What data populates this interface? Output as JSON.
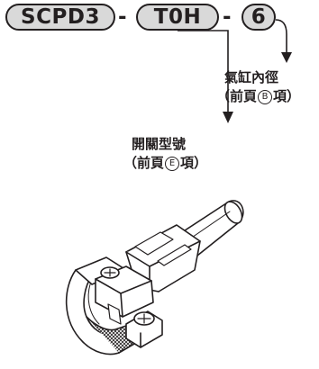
{
  "model_code": {
    "series": "SCPD3",
    "switch": "T0H",
    "bore": "6",
    "separator": "-"
  },
  "annotations": {
    "bore": {
      "title": "氣缸內徑",
      "open": "（",
      "prefix": "前頁",
      "circled": "B",
      "suffix": "項",
      "close": "）"
    },
    "switch": {
      "title": "開關型號",
      "open": "（",
      "prefix": "前頁",
      "circled": "E",
      "suffix": "項",
      "close": "）"
    }
  },
  "colors": {
    "pill_fill": "#d9d9d9",
    "ink": "#231f20"
  }
}
